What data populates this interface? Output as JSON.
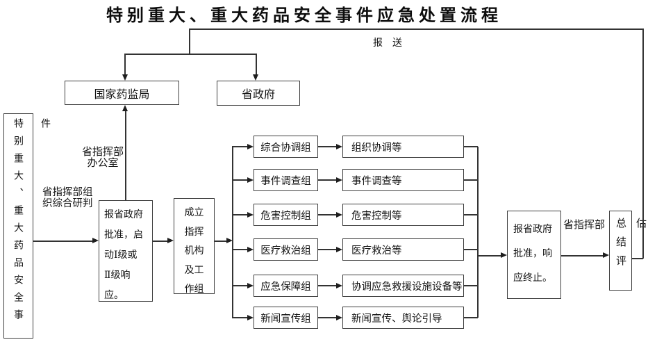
{
  "title": "特别重大、重大药品安全事件应急处置流程",
  "flow": {
    "incident": "特别重大、重大药品安全事件",
    "nmpa": "国家药监局",
    "provincial_government": "省政府",
    "submit_label": "报　送",
    "office_label": "省指挥部\n办公室",
    "research_label": "省指挥部组\n织综合研判",
    "approve_start": "报省政府\n批准，启\n动Ⅰ级或\nⅡ级响\n应。",
    "setup_groups": "成立\n指挥\n机构\n及工\n作组",
    "approve_end": "报省政府\n批准，响\n应终止。",
    "command_label": "省指挥部",
    "summary": "总结评估"
  },
  "rows": [
    {
      "group": "综合协调组",
      "duty": "组织协调等"
    },
    {
      "group": "事件调查组",
      "duty": "事件调查等"
    },
    {
      "group": "危害控制组",
      "duty": "危害控制等"
    },
    {
      "group": "医疗救治组",
      "duty": "医疗救治等"
    },
    {
      "group": "应急保障组",
      "duty": "协调应急救援设施设备等"
    },
    {
      "group": "新闻宣传组",
      "duty": "新闻宣传、舆论引导"
    }
  ]
}
